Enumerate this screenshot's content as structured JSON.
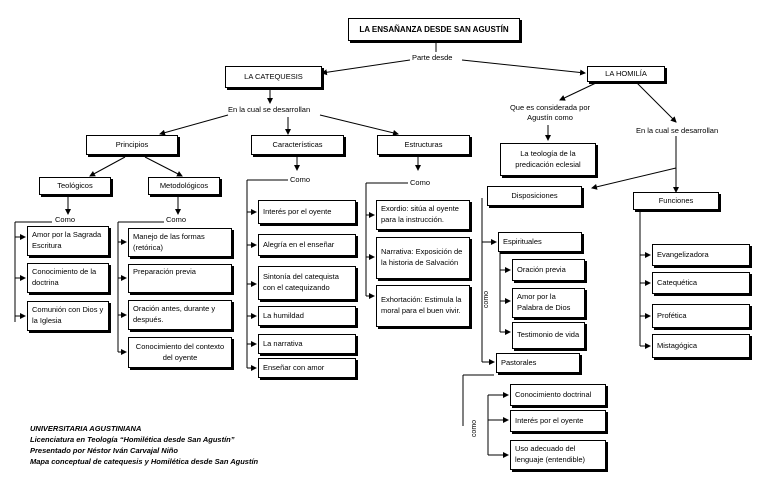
{
  "title": "LA ENSAÑANZA DESDE SAN AGUSTÍN",
  "parte_desde": "Parte desde",
  "catequesis": {
    "heading": "LA CATEQUESIS",
    "cual_se_desarrollan": "En la cual se desarrollan",
    "principios": {
      "heading": "Principios",
      "teologicos": {
        "heading": "Teológicos",
        "como": "Como",
        "items": [
          "Amor por la Sagrada Escritura",
          "Conocimiento de la doctrina",
          "Comunión con Dios y la Iglesia"
        ]
      },
      "metodologicos": {
        "heading": "Metodológicos",
        "como": "Como",
        "items": [
          "Manejo de las formas (retórica)",
          "Preparación previa",
          "Oración antes, durante y después.",
          "Conocimiento del contexto del oyente"
        ]
      }
    },
    "caracteristicas": {
      "heading": "Características",
      "como": "Como",
      "items": [
        "Interés por el oyente",
        "Alegría en el enseñar",
        "Sintonía del catequista con el catequizando",
        "La humildad",
        "La narrativa",
        "Enseñar con amor"
      ]
    },
    "estructuras": {
      "heading": "Estructuras",
      "como": "Como",
      "items": [
        "Exordio: sitúa al oyente para la instrucción.",
        "Narrativa: Exposición de la historia de Salvación",
        "Exhortación: Estimula la moral para el buen vivir."
      ]
    }
  },
  "homilia": {
    "heading": "LA HOMILÍA",
    "considerada": "Que es considerada por Agustín como",
    "teologia": "La teología de la predicación eclesial",
    "cual_se_desarrollan": "En la cual se desarrollan",
    "disposiciones": {
      "heading": "Disposiciones",
      "espirituales": "Espirituales",
      "como": "como",
      "espirituales_items": [
        "Oración previa",
        "Amor por la Palabra de Dios",
        "Testimonio de vida"
      ],
      "pastorales": "Pastorales",
      "como2": "como",
      "pastorales_items": [
        "Conocimiento doctrinal",
        "Interés por el oyente",
        "Uso adecuado del lenguaje (entendible)"
      ]
    },
    "funciones": {
      "heading": "Funciones",
      "items": [
        "Evangelizadora",
        "Catequética",
        "Profética",
        "Mistagógica"
      ]
    }
  },
  "footer": [
    "UNIVERSITARIA AGUSTINIANA",
    "Licenciatura en Teología “Homilética desde San Agustín”",
    "Presentado por Néstor Iván Carvajal Niño",
    "Mapa conceptual de catequesis y Homilética desde San Agustín"
  ]
}
